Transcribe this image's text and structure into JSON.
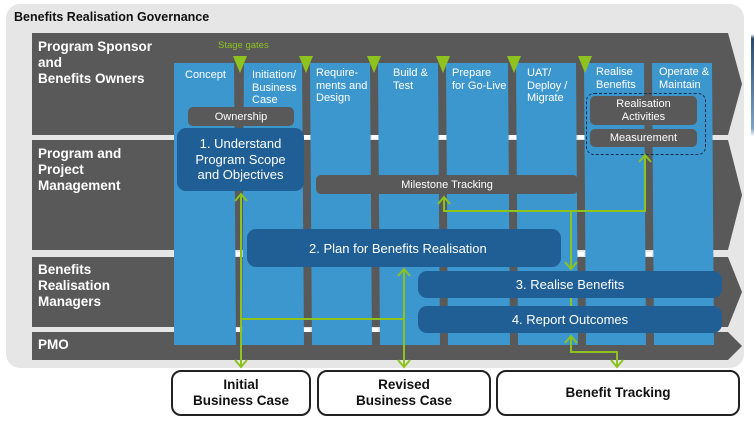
{
  "title": "Benefits Realisation Governance",
  "stage_gates_label": "Stage gates",
  "rows": [
    {
      "label": "Program Sponsor\nand\nBenefits Owners"
    },
    {
      "label": "Program and\nProject\nManagement"
    },
    {
      "label": "Benefits\nRealisation\nManagers"
    },
    {
      "label": "PMO"
    }
  ],
  "stages": [
    {
      "label": "Concept"
    },
    {
      "label": "Initiation/\nBusiness\nCase"
    },
    {
      "label": "Require-\nments and\nDesign"
    },
    {
      "label": "Build &\nTest"
    },
    {
      "label": "Prepare\nfor Go-Live"
    },
    {
      "label": "UAT/\nDeploy /\nMigrate"
    },
    {
      "label": "Realise\nBenefits"
    },
    {
      "label": "Operate &\nMaintain"
    }
  ],
  "activities": {
    "ownership": "Ownership",
    "understand": "1. Understand\nProgram Scope\nand Objectives",
    "milestone": "Milestone Tracking",
    "plan": "2. Plan for Benefits Realisation",
    "realise": "3. Realise Benefits",
    "report": "4. Report Outcomes",
    "realisation_activities": "Realisation\nActivities",
    "measurement": "Measurement"
  },
  "outputs": [
    {
      "label": "Initial\nBusiness Case"
    },
    {
      "label": "Revised\nBusiness Case"
    },
    {
      "label": "Benefit Tracking"
    }
  ],
  "colors": {
    "band": "#595959",
    "lane": "#3d97cf",
    "activity": "#1f5f96",
    "gate": "#8dc21f",
    "arrow": "#8dc21f"
  }
}
